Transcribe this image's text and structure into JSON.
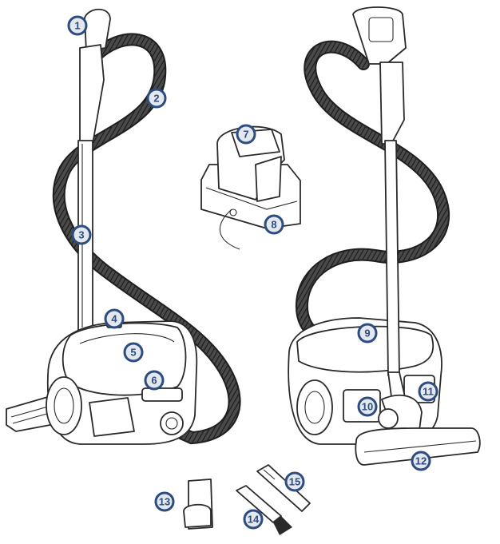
{
  "colors": {
    "callout_ring": "#2e4c80",
    "callout_fill": "#e3e7ee",
    "hose": "#3a3a3a",
    "line": "#2a2a2a"
  },
  "callouts": [
    {
      "id": "1",
      "label": "1"
    },
    {
      "id": "2",
      "label": "2"
    },
    {
      "id": "3",
      "label": "3"
    },
    {
      "id": "4",
      "label": "4"
    },
    {
      "id": "5",
      "label": "5"
    },
    {
      "id": "6",
      "label": "6"
    },
    {
      "id": "7",
      "label": "7"
    },
    {
      "id": "8",
      "label": "8"
    },
    {
      "id": "9",
      "label": "9"
    },
    {
      "id": "10",
      "label": "10"
    },
    {
      "id": "11",
      "label": "11"
    },
    {
      "id": "12",
      "label": "12"
    },
    {
      "id": "13",
      "label": "13"
    },
    {
      "id": "14",
      "label": "14"
    },
    {
      "id": "15",
      "label": "15"
    }
  ]
}
